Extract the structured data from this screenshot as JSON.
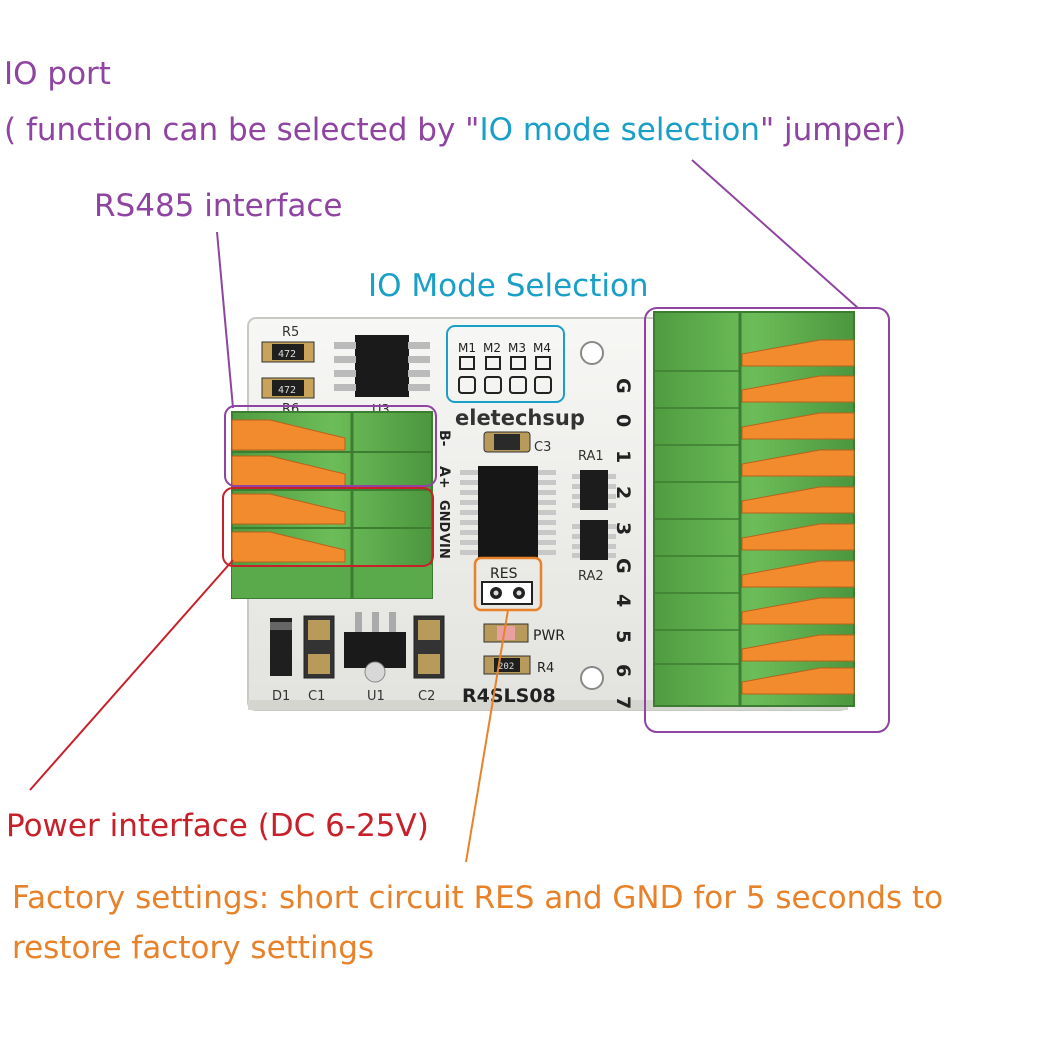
{
  "annotations": {
    "io_port_title": "IO port",
    "io_port_desc_prefix": "( function can be selected by \"",
    "io_port_desc_highlight": "IO mode selection",
    "io_port_desc_suffix": "\" jumper)",
    "rs485": "RS485 interface",
    "io_mode": "IO Mode Selection",
    "power": "Power interface (DC 6-25V)",
    "factory_line1": "Factory settings: short circuit RES and GND for 5 seconds to",
    "factory_line2": "restore factory settings"
  },
  "board": {
    "brand": "eletechsup",
    "model": "R4SLS08",
    "jumpers": [
      "M1",
      "M2",
      "M3",
      "M4"
    ],
    "io_pin_labels": [
      "G",
      "0",
      "1",
      "2",
      "3",
      "G",
      "4",
      "5",
      "6",
      "7"
    ],
    "left_pin_labels": [
      "B-",
      "A+",
      "GND",
      "VIN"
    ],
    "component_labels": {
      "r5": "R5",
      "r6": "R6",
      "u3": "U3",
      "c3": "C3",
      "ra1": "RA1",
      "ra2": "RA2",
      "res": "RES",
      "pwr": "PWR",
      "r4": "R4",
      "d1": "D1",
      "c1": "C1",
      "u1": "U1",
      "c2": "C2",
      "r5_code": "472",
      "r6_code": "472",
      "r4_code": "202"
    }
  },
  "colors": {
    "purple": "#8e44a0",
    "blue": "#1aa0c8",
    "red": "#c8202a",
    "orange": "#e8822a",
    "terminal_green": "#5fae4e",
    "terminal_orange": "#f28a2e",
    "pcb": "#f4f4f2"
  }
}
